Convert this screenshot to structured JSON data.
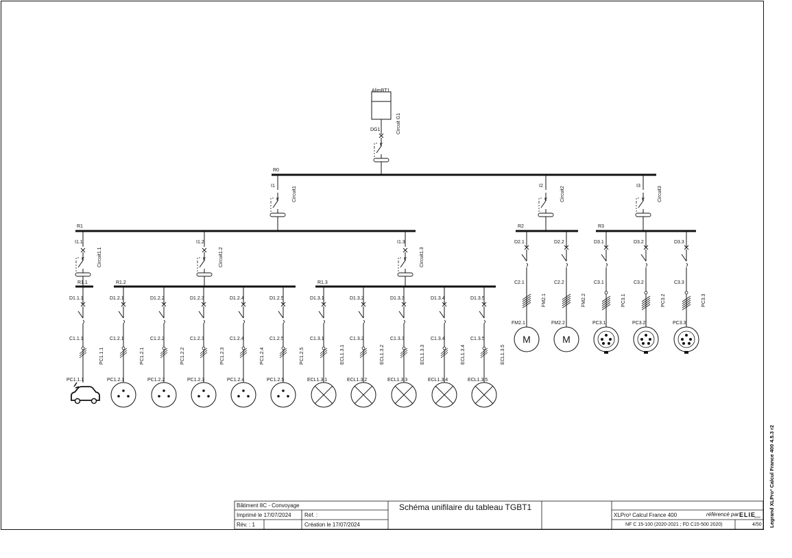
{
  "source": {
    "supply": "AlimBT1",
    "breaker": "DG1",
    "circuit": "Circuit G1",
    "main_bus": "R0"
  },
  "group1": {
    "incomer": "I1",
    "circuit": "Circuit1",
    "bus": "R1",
    "sub": [
      {
        "incomer": "I1.1",
        "circuit": "Circuit1.1",
        "bus": "R1.1",
        "feeders": [
          {
            "d": "D1.1.1",
            "c": "C1.1.1",
            "load": "PC1.1.1",
            "cable": "PC1.1.1",
            "type": "ev"
          }
        ]
      },
      {
        "incomer": "I1.2",
        "circuit": "Circuit1.2",
        "bus": "R1.2",
        "feeders": [
          {
            "d": "D1.2.1",
            "c": "C1.2.1",
            "load": "PC1.2.1",
            "cable": "PC1.2.1",
            "type": "socket"
          },
          {
            "d": "D1.2.2",
            "c": "C1.2.2",
            "load": "PC1.2.2",
            "cable": "PC1.2.2",
            "type": "socket"
          },
          {
            "d": "D1.2.3",
            "c": "C1.2.3",
            "load": "PC1.2.3",
            "cable": "PC1.2.3",
            "type": "socket"
          },
          {
            "d": "D1.2.4",
            "c": "C1.2.4",
            "load": "PC1.2.4",
            "cable": "PC1.2.4",
            "type": "socket"
          },
          {
            "d": "D1.2.5",
            "c": "C1.2.5",
            "load": "PC1.2.5",
            "cable": "PC1.2.5",
            "type": "socket"
          }
        ]
      },
      {
        "incomer": "I1.3",
        "circuit": "Circuit1.3",
        "bus": "R1.3",
        "feeders": [
          {
            "d": "D1.3.1",
            "c": "C1.3.1",
            "load": "ECL1.3.1",
            "cable": "ECL1.3.1",
            "type": "lamp"
          },
          {
            "d": "D1.3.2",
            "c": "C1.3.2",
            "load": "ECL1.3.2",
            "cable": "ECL1.3.2",
            "type": "lamp"
          },
          {
            "d": "D1.3.3",
            "c": "C1.3.3",
            "load": "ECL1.3.3",
            "cable": "ECL1.3.3",
            "type": "lamp"
          },
          {
            "d": "D1.3.4",
            "c": "C1.3.4",
            "load": "ECL1.3.4",
            "cable": "ECL1.3.4",
            "type": "lamp"
          },
          {
            "d": "D1.3.5",
            "c": "C1.3.5",
            "load": "ECL1.3.5",
            "cable": "ECL1.3.5",
            "type": "lamp"
          }
        ]
      }
    ]
  },
  "group2": {
    "incomer": "I2",
    "circuit": "Circuit2",
    "bus": "R2",
    "feeders": [
      {
        "d": "D2.1",
        "c": "C2.1",
        "cable": "FM2.1",
        "load": "FM2.1",
        "type": "motor",
        "symbol": "M"
      },
      {
        "d": "D2.2",
        "c": "C2.2",
        "cable": "FM2.2",
        "load": "FM2.2",
        "type": "motor",
        "symbol": "M"
      }
    ]
  },
  "group3": {
    "incomer": "I3",
    "circuit": "Circuit3",
    "bus": "R3",
    "feeders": [
      {
        "d": "D3.1",
        "c": "C3.1",
        "cable": "PC3.1",
        "load": "PC3.1",
        "type": "industrial"
      },
      {
        "d": "D3.2",
        "c": "C3.2",
        "cable": "PC3.2",
        "load": "PC3.2",
        "type": "industrial"
      },
      {
        "d": "D3.3",
        "c": "C3.3",
        "cable": "PC3.3",
        "load": "PC3.3",
        "type": "industrial"
      }
    ]
  },
  "title_block": {
    "project": "Bâtiment 8C - Convoyage",
    "printed": "Imprimé le 17/07/2024",
    "ref_label": "Réf. :",
    "rev": "Rév. : 1",
    "created": "Création le 17/07/2024",
    "title": "Schéma unifilaire du tableau TGBT1",
    "software": "XLPro³ Calcul France 400",
    "referenced_by": "référencé par",
    "brand": "ELIE",
    "brand_year": "2023",
    "norms": "NF C 15-100 (2020-2021 ; FD C15-500 2020)",
    "page": "4/50"
  },
  "side_note": "Legrand XLPro³ Calcul France 400  4.5.3 r2",
  "colors": {
    "stroke": "#111111",
    "background": "#ffffff"
  }
}
